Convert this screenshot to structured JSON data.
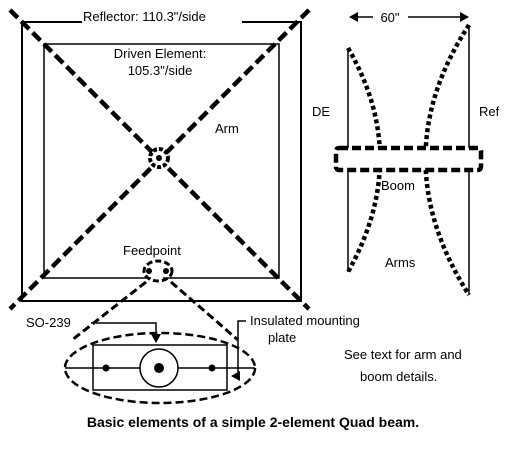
{
  "labels": {
    "reflector": "Reflector:  110.3\"/side",
    "driven_line1": "Driven Element:",
    "driven_line2": "105.3\"/side",
    "arm": "Arm",
    "feedpoint": "Feedpoint",
    "so239": "SO-239",
    "plate_line1": "Insulated mounting",
    "plate_line2": "plate",
    "spacing": "60\"",
    "de": "DE",
    "ref": "Ref",
    "boom": "Boom",
    "arms": "Arms",
    "note_line1": "See text for arm and",
    "note_line2": "boom details."
  },
  "caption": "Basic elements of a simple 2-element Quad beam."
}
